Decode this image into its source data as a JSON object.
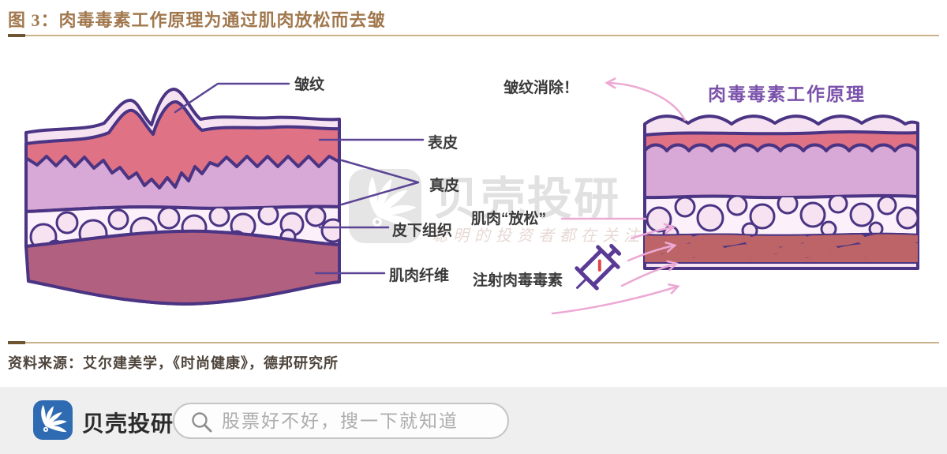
{
  "header": {
    "title": "图 3：肉毒毒素工作原理为通过肌肉放松而去皱"
  },
  "left_diagram": {
    "labels": {
      "wrinkle": "皱纹",
      "epidermis": "表皮",
      "dermis": "真皮",
      "subcutaneous": "皮下组织",
      "muscle_fiber": "肌肉纤维"
    }
  },
  "right_diagram": {
    "title": "肉毒毒素工作原理",
    "labels": {
      "wrinkle_removed": "皱纹消除！",
      "muscle_relaxed": "肌肉“放松”",
      "inject_botox": "注射肉毒毒素"
    }
  },
  "watermark": {
    "brand": "贝壳投研",
    "slogan": "聪明的投资者都在关注"
  },
  "source": {
    "text": "资料来源：艾尔建美学，《时尚健康》，德邦研究所"
  },
  "footer": {
    "brand": "贝壳投研",
    "search_placeholder": "股票好不好，搜一下就知道"
  },
  "colors": {
    "title_brown": "#A1784E",
    "outline_purple": "#4A3483",
    "diagram_title_purple": "#7B52AB",
    "epidermis_pink": "#F6E2F1",
    "dermis_salmon": "#DF7284",
    "dermis_mauve": "#D8A8D6",
    "muscle_rose": "#B2607F",
    "arrow_pink": "#ECA9D4",
    "brand_blue": "#2F6BB2",
    "footer_gray": "#EFEFEF"
  }
}
